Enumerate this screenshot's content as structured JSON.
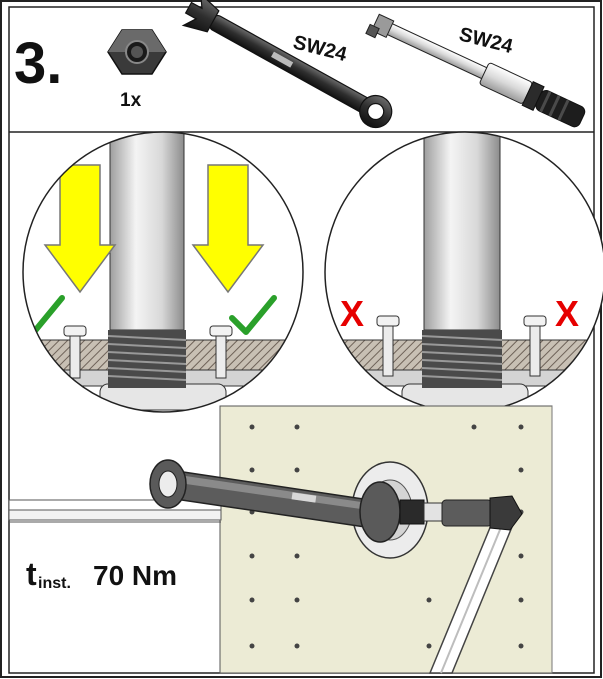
{
  "step": {
    "number": "3.",
    "quantity": "1x"
  },
  "tools": {
    "wrench_size_label": "SW24",
    "torque_wrench_size_label": "SW24"
  },
  "torque_spec": {
    "symbol": "t",
    "subscript": "inst.",
    "value": "70 Nm"
  },
  "indicators": {
    "correct_marks": [
      "✓",
      "✓"
    ],
    "incorrect_marks": [
      "X",
      "X"
    ]
  },
  "colors": {
    "arrow_yellow": "#ffff00",
    "check_green": "#2aa02a",
    "cross_red": "#e60000",
    "panel_beige": "#ecebd5",
    "frame": "#222222"
  }
}
